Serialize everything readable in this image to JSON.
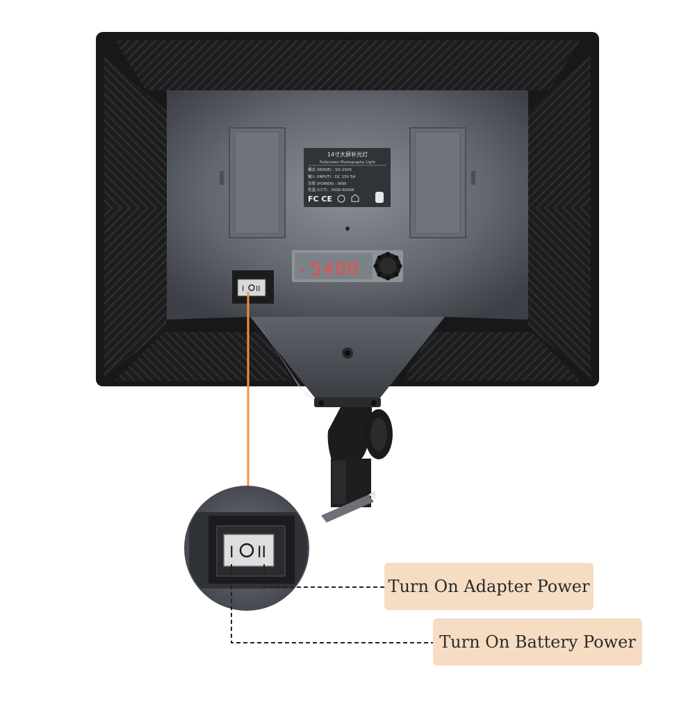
{
  "label_plate": {
    "title_cn": "14寸大屏补光灯",
    "subtitle": "Fullscreen Photography Light",
    "lines": [
      "模式 (MODE) : SO-1505",
      "输入 (INPUT) : DC 15V 5A",
      "功率 (POWER) : 90W",
      "色温 (CCT) : 3000-6000K"
    ],
    "cert_marks": "FC CE"
  },
  "display": {
    "value": "5400"
  },
  "switch": {
    "left_mark": "I",
    "right_mark": "II"
  },
  "callouts": {
    "adapter": "Turn On Adapter Power",
    "battery": "Turn On Battery Power"
  },
  "colors": {
    "panel": "#1b1b1d",
    "back_plate": "#5a5f66",
    "leader_line": "#f0923a",
    "callout_bg": "#f6dcc3",
    "display_digits": "#e25050"
  }
}
